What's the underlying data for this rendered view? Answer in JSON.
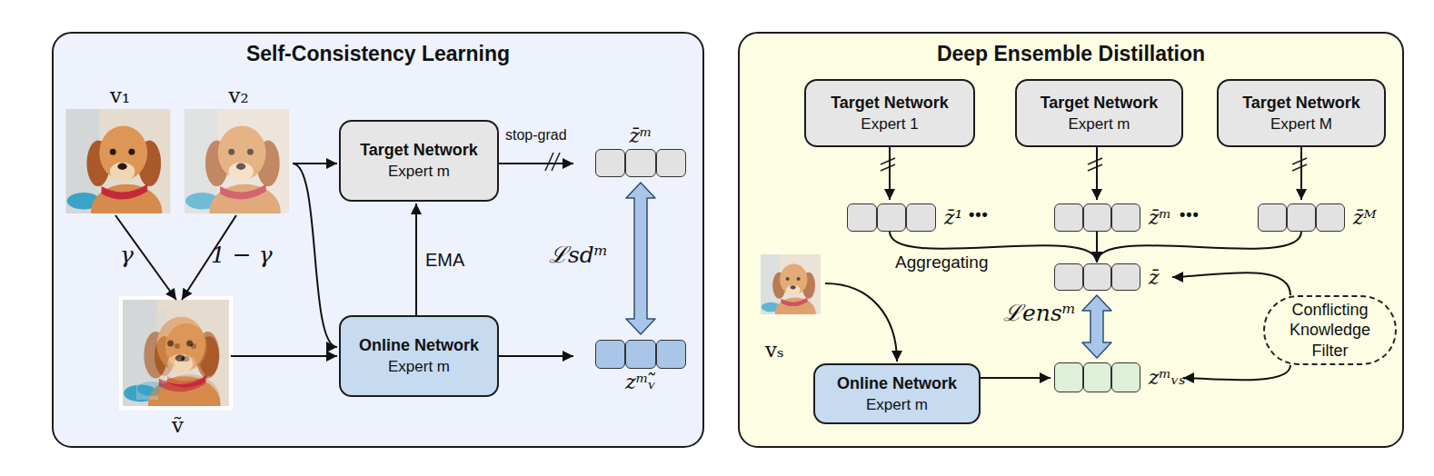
{
  "diagram": {
    "nodes": [
      {
        "text": [
          "Self-Consistency Learning"
        ]
      },
      {
        "text": [
          "v₁"
        ],
        "in": 0
      },
      {
        "text": [
          "v₂"
        ],
        "in": 0
      },
      {
        "text": [
          "ṽ"
        ],
        "in": 0
      },
      {
        "text": [
          "Target Network",
          "Expert m"
        ],
        "in": 0
      },
      {
        "text": [
          "Online Network",
          "Expert m"
        ],
        "in": 0
      },
      {
        "text": [
          "z̄ᵐ"
        ],
        "in": 0
      },
      {
        "text": [
          "zᵐᵥ̃"
        ],
        "in": 0
      },
      {
        "text": [
          "Deep Ensemble Distillation"
        ]
      },
      {
        "text": [
          "Target Network",
          "Expert 1"
        ],
        "in": 8
      },
      {
        "text": [
          "Target Network",
          "Expert m"
        ],
        "in": 8
      },
      {
        "text": [
          "Target Network",
          "Expert M"
        ],
        "in": 8
      },
      {
        "text": [
          "z̄¹"
        ],
        "in": 8
      },
      {
        "text": [
          "z̄ᵐ"
        ],
        "in": 8
      },
      {
        "text": [
          "z̄ᴹ"
        ],
        "in": 8
      },
      {
        "text": [
          "z̄"
        ],
        "in": 8
      },
      {
        "text": [
          "vₛ"
        ],
        "in": 8
      },
      {
        "text": [
          "Online Network",
          "Expert m"
        ],
        "in": 8
      },
      {
        "text": [
          "zᵐᵥₛ"
        ],
        "in": 8
      },
      {
        "text": [
          "Conflicting Knowledge Filter"
        ],
        "in": 8
      }
    ],
    "edges": [
      {
        "from": 1,
        "to": 3,
        "label": "γ",
        "arrow": "to"
      },
      {
        "from": 2,
        "to": 3,
        "label": "1 − γ",
        "arrow": "to"
      },
      {
        "from": 3,
        "to": 5,
        "arrow": "to"
      },
      {
        "from": 2,
        "to": 4,
        "arrow": "to"
      },
      {
        "from": 2,
        "to": 5,
        "arrow": "to"
      },
      {
        "from": 5,
        "to": 4,
        "label": "EMA",
        "arrow": "to"
      },
      {
        "from": 4,
        "to": 6,
        "label": "stop-grad",
        "arrow": "to"
      },
      {
        "from": 6,
        "to": 7,
        "label": "ℒsdᵐ",
        "arrow": "both"
      },
      {
        "from": 5,
        "to": 7,
        "arrow": "to"
      },
      {
        "from": 9,
        "to": 12,
        "arrow": "to"
      },
      {
        "from": 10,
        "to": 13,
        "arrow": "to"
      },
      {
        "from": 11,
        "to": 14,
        "arrow": "to"
      },
      {
        "from": 12,
        "to": 15,
        "label": "Aggregating",
        "arrow": "to"
      },
      {
        "from": 13,
        "to": 15,
        "arrow": "to"
      },
      {
        "from": 14,
        "to": 15,
        "arrow": "to"
      },
      {
        "from": 15,
        "to": 18,
        "label": "ℒensᵐ",
        "arrow": "both"
      },
      {
        "from": 16,
        "to": 17,
        "arrow": "to"
      },
      {
        "from": 17,
        "to": 18,
        "arrow": "to"
      },
      {
        "from": 19,
        "to": 15,
        "arrow": "to"
      },
      {
        "from": 19,
        "to": 18,
        "arrow": "to"
      }
    ],
    "labels": [
      "•••",
      "•••"
    ]
  }
}
